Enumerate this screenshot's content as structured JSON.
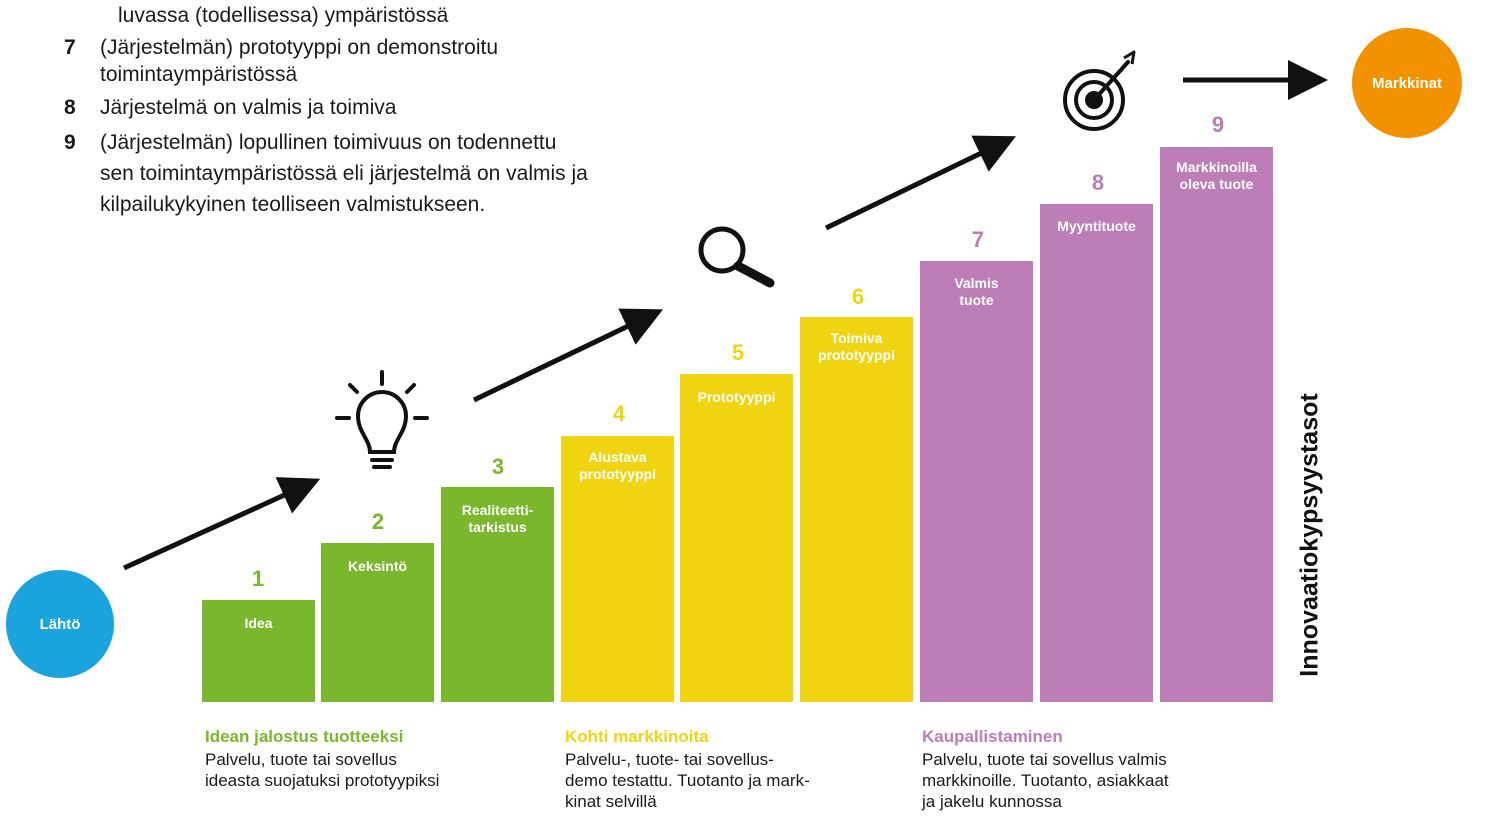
{
  "intro": {
    "lines": [
      {
        "num": "",
        "text": "luvassa (todellisessa) ympäristössä"
      },
      {
        "num": "7",
        "text": "(Järjestelmän) prototyyppi on demonstroitu"
      },
      {
        "num": "",
        "text": "toimintaympäristössä"
      },
      {
        "num": "8",
        "text": "Järjestelmä on valmis ja toimiva"
      },
      {
        "num": "9",
        "text": "(Järjestelmän) lopullinen toimivuus on todennettu"
      },
      {
        "num": "",
        "text": "sen toimintaympäristössä eli järjestelmä on valmis ja"
      },
      {
        "num": "",
        "text": "kilpailukykyinen teolliseen valmistukseen."
      }
    ]
  },
  "start_label": "Lähtö",
  "end_label": "Markkinat",
  "vertical_label": "Innovaatiokypsyystasot",
  "steps": [
    {
      "num": "1",
      "label_lines": [
        "Idea"
      ],
      "color": "#7ab72c"
    },
    {
      "num": "2",
      "label_lines": [
        "Keksintö"
      ],
      "color": "#7ab72c"
    },
    {
      "num": "3",
      "label_lines": [
        "Realiteetti-",
        "tarkistus"
      ],
      "color": "#7ab72c"
    },
    {
      "num": "4",
      "label_lines": [
        "Alustava",
        "prototyyppi"
      ],
      "color": "#f0d412"
    },
    {
      "num": "5",
      "label_lines": [
        "Prototyyppi"
      ],
      "color": "#f0d412"
    },
    {
      "num": "6",
      "label_lines": [
        "Toimiva",
        "prototyyppi"
      ],
      "color": "#f0d412"
    },
    {
      "num": "7",
      "label_lines": [
        "Valmis",
        "tuote"
      ],
      "color": "#bd7db7"
    },
    {
      "num": "8",
      "label_lines": [
        "Myyntituote"
      ],
      "color": "#bd7db7"
    },
    {
      "num": "9",
      "label_lines": [
        "Markkinoilla",
        "oleva tuote"
      ],
      "color": "#bd7db7"
    }
  ],
  "phases": [
    {
      "title": "Idean jalostus tuotteeksi",
      "desc_lines": [
        "Palvelu, tuote tai sovellus",
        "ideasta suojatuksi prototyypiksi"
      ],
      "color": "#7ab72c"
    },
    {
      "title": "Kohti markkinoita",
      "desc_lines": [
        "Palvelu-, tuote- tai sovellus-",
        "demo testattu. Tuotanto ja mark-",
        "kinat selvillä"
      ],
      "color": "#f0d412"
    },
    {
      "title": "Kaupallistaminen",
      "desc_lines": [
        "Palvelu, tuote tai sovellus valmis",
        "markkinoille. Tuotanto, asiakkaat",
        "ja jakelu kunnossa"
      ],
      "color": "#bd7db7"
    }
  ],
  "icons": [
    "lightbulb-icon",
    "magnifier-icon",
    "target-icon"
  ],
  "colors": {
    "start_circle": "#1aa3dc",
    "end_circle": "#f39200",
    "arrow": "#111111"
  }
}
